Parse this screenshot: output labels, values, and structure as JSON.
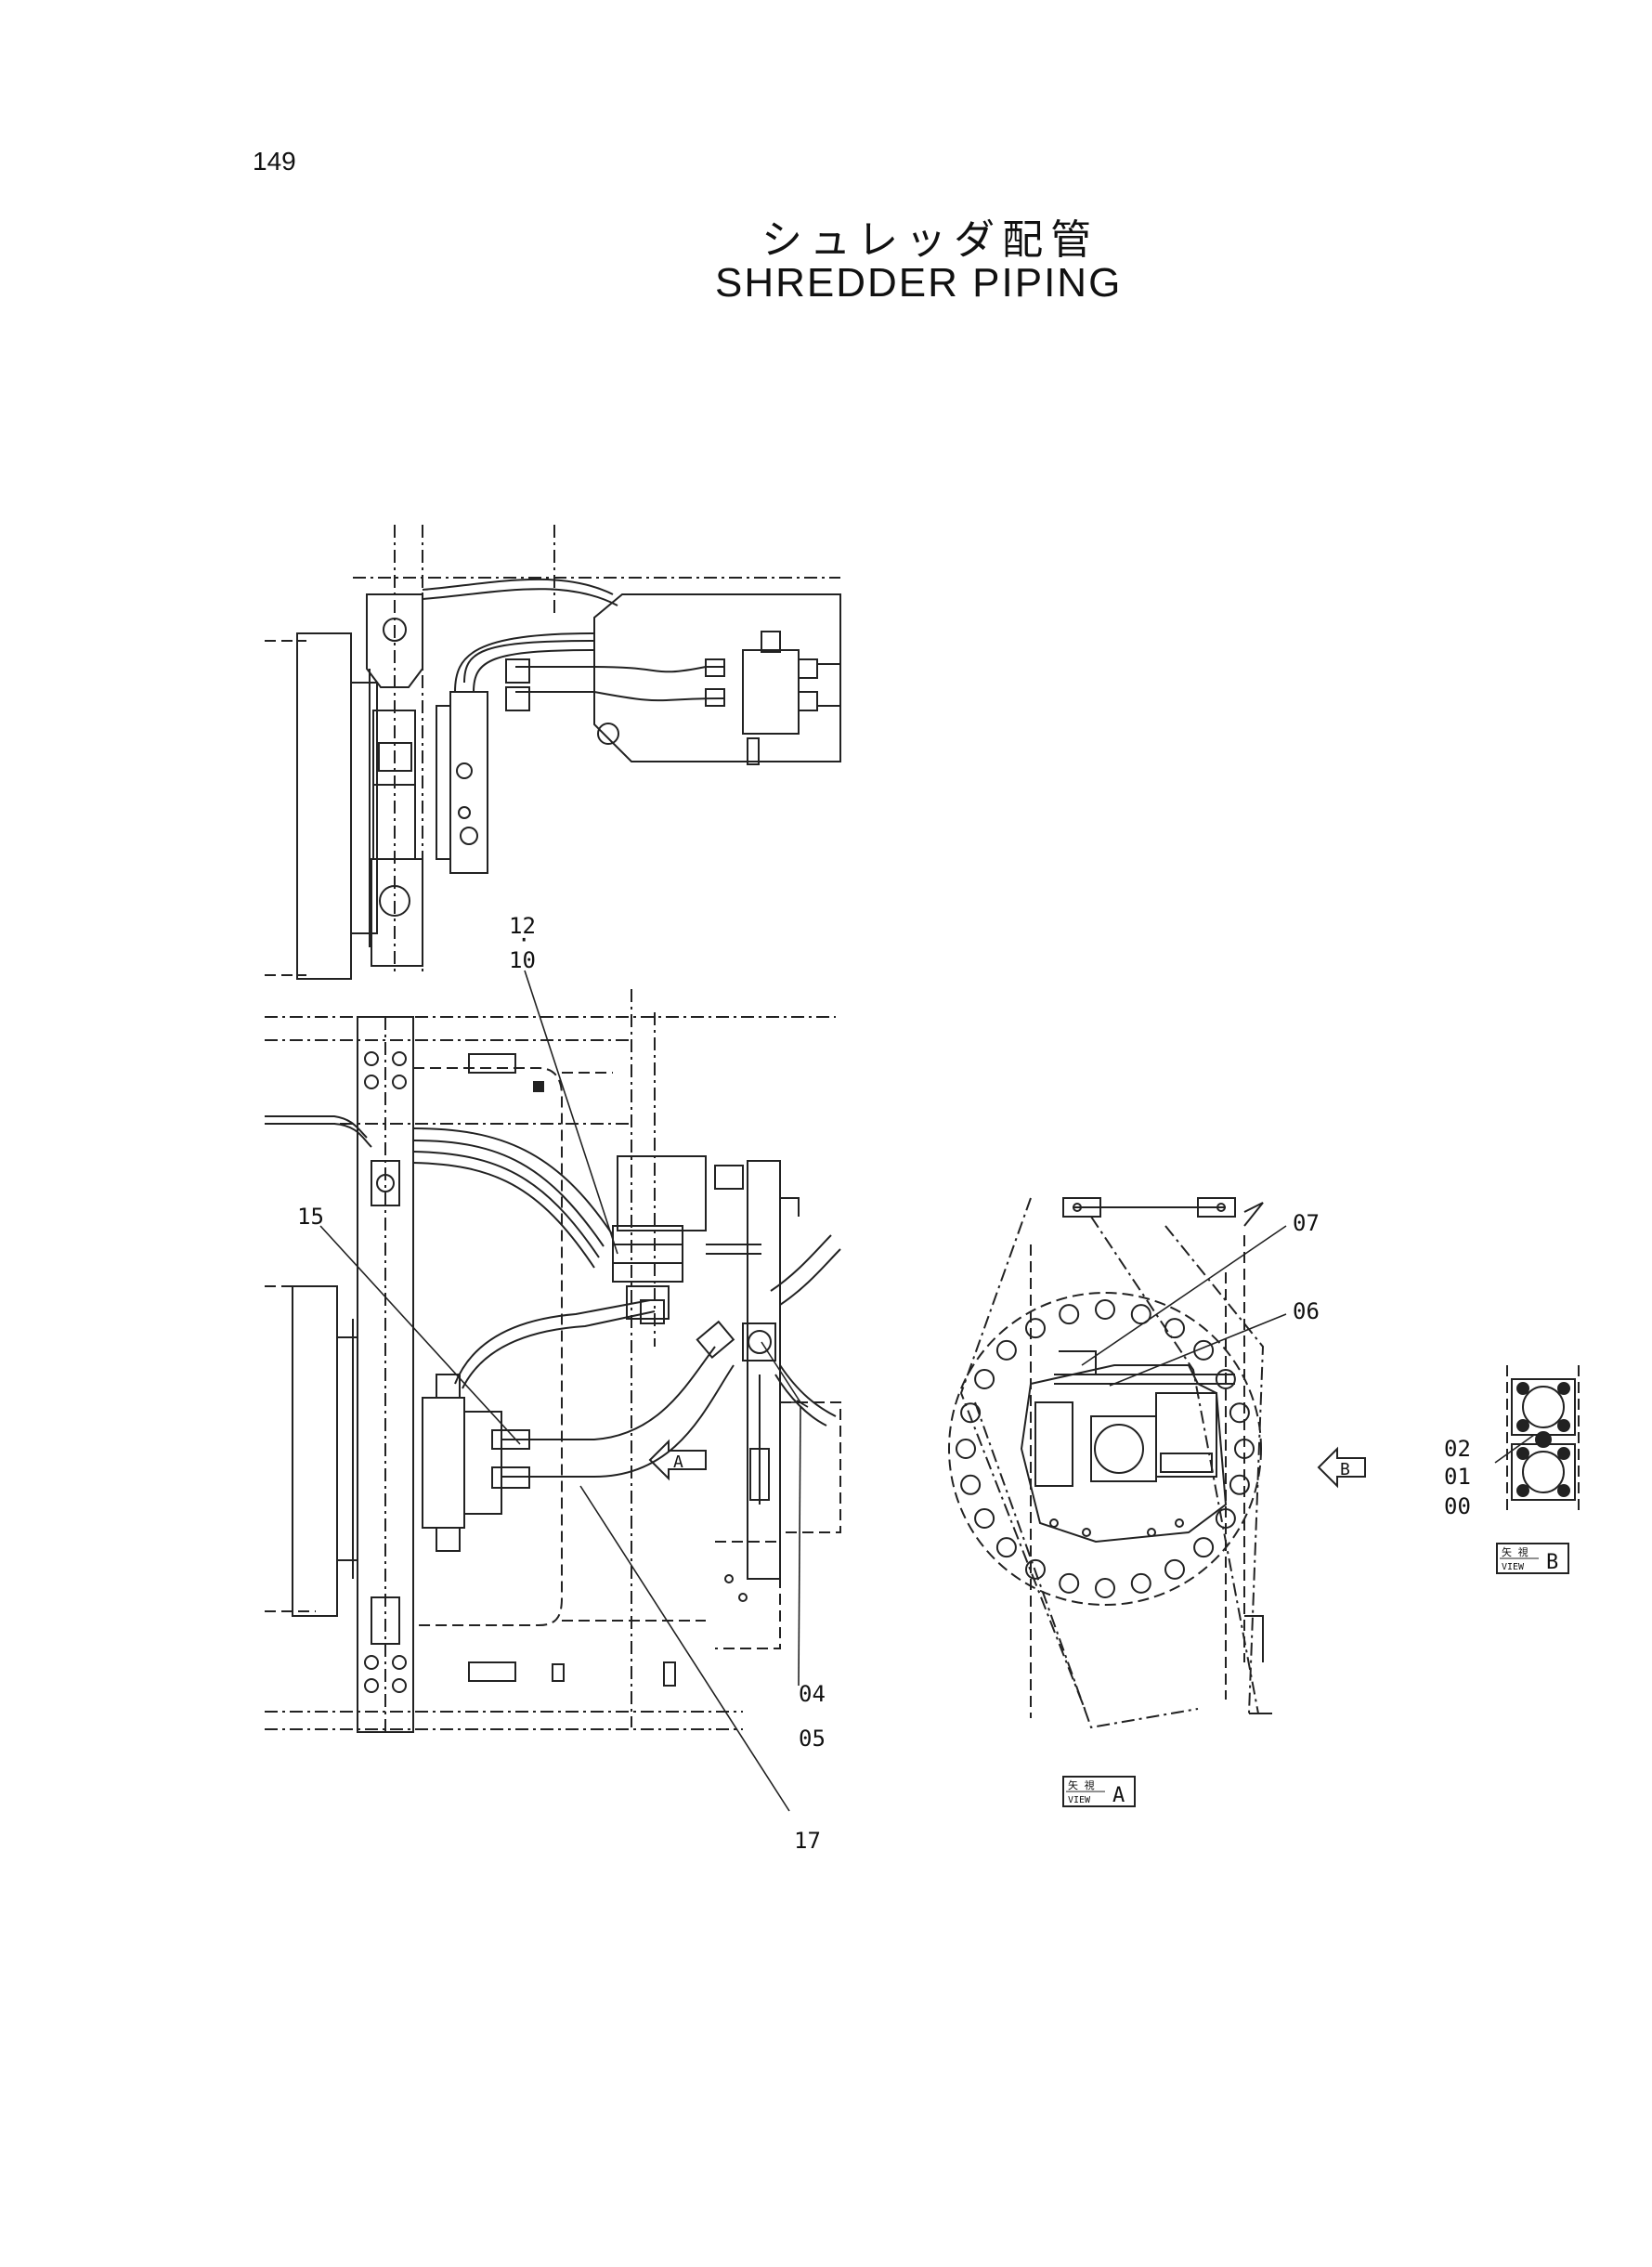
{
  "page_number": "149",
  "title_ja": "シュレッダ配管",
  "title_en": "SHREDDER PIPING",
  "callouts": {
    "c12": "12",
    "c10": "10",
    "c15": "15",
    "c07": "07",
    "c06": "06",
    "c02": "02",
    "c01": "01",
    "c00": "00",
    "c04": "04",
    "c05": "05",
    "c17": "17"
  },
  "view_markers": {
    "a_arrow": "A",
    "b_arrow": "B"
  },
  "view_boxes": {
    "a": {
      "ja": "矢 視",
      "en": "VIEW",
      "letter": "A"
    },
    "b": {
      "ja": "矢 視",
      "en": "VIEW",
      "letter": "B"
    }
  }
}
